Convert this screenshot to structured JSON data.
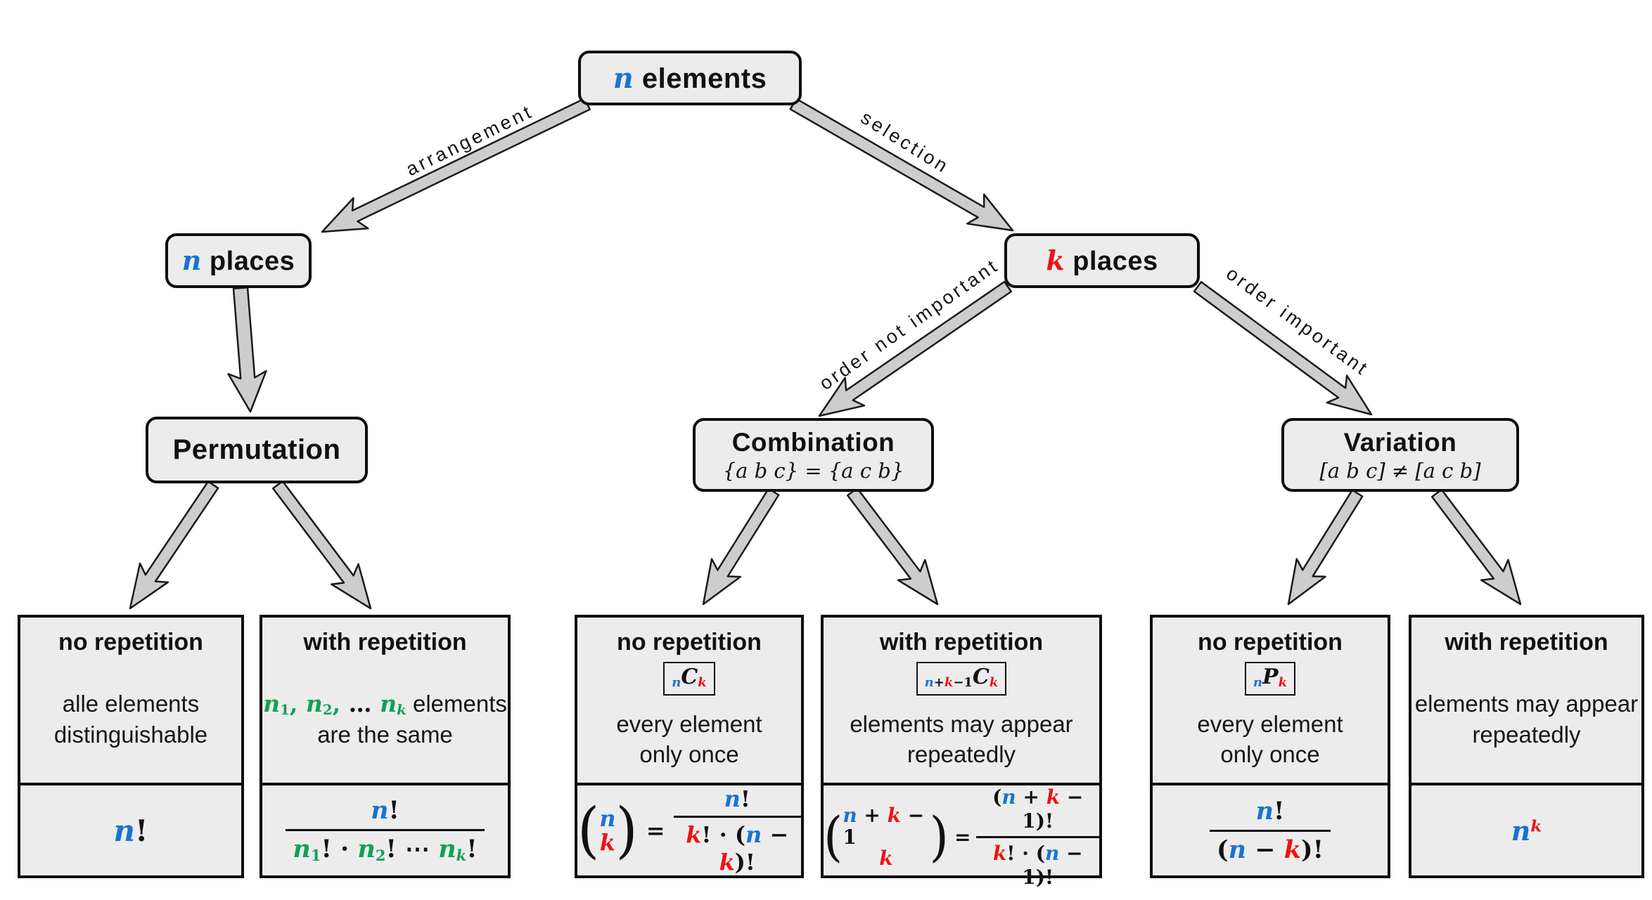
{
  "colors": {
    "black": "#111111",
    "blue": "#1a73d1",
    "red": "#ee1212",
    "green": "#0fa158"
  },
  "glyphs": {
    "lparen": "(",
    "rparen": ")",
    "eq": "="
  },
  "nodes": {
    "n_elements": {
      "tokens": [
        {
          "t": "n",
          "c": "blue"
        },
        {
          "t": " elements",
          "f": "sans",
          "it": false
        }
      ]
    },
    "n_places": {
      "tokens": [
        {
          "t": "n",
          "c": "blue"
        },
        {
          "t": " places",
          "f": "sans",
          "it": false
        }
      ]
    },
    "k_places": {
      "tokens": [
        {
          "t": "k",
          "c": "red"
        },
        {
          "t": " places",
          "f": "sans",
          "it": false
        }
      ]
    },
    "permutation": {
      "label": "Permutation"
    },
    "combination": {
      "label": "Combination",
      "subtitle_tokens": [
        {
          "t": "{a b c} = {a c b}",
          "b": false
        }
      ]
    },
    "variation": {
      "label": "Variation",
      "subtitle_tokens": [
        {
          "t": "[a b c] ≠ [a c b]",
          "b": false
        }
      ]
    }
  },
  "edges": {
    "arrangement": "arrangement",
    "selection": "selection",
    "order_not_important": "order not important",
    "order_important": "order important"
  },
  "cards": [
    {
      "title": "no repetition",
      "desc1": "alle elements",
      "desc2": "distinguishable",
      "formula_tokens": [
        {
          "t": "n",
          "c": "blue"
        },
        {
          "t": "!",
          "it": false
        }
      ]
    },
    {
      "title": "with repetition",
      "desc1_tokens": [
        {
          "t": "n",
          "c": "green"
        },
        {
          "t": "1",
          "c": "green",
          "v": "sub",
          "it": false
        },
        {
          "t": ", ",
          "c": "green",
          "it": false
        },
        {
          "t": "n",
          "c": "green"
        },
        {
          "t": "2",
          "c": "green",
          "v": "sub",
          "it": false
        },
        {
          "t": ", ",
          "c": "green",
          "it": false
        },
        {
          "t": "… ",
          "it": false
        },
        {
          "t": "n",
          "c": "green"
        },
        {
          "t": "k",
          "c": "green",
          "v": "sub"
        },
        {
          "t": " elements",
          "f": "sans",
          "it": false,
          "b": false
        }
      ],
      "desc2": "are the same",
      "num": [
        {
          "t": "n",
          "c": "blue"
        },
        {
          "t": "!",
          "it": false
        }
      ],
      "den": [
        {
          "t": "n",
          "c": "green"
        },
        {
          "t": "1",
          "c": "green",
          "v": "sub",
          "it": false
        },
        {
          "t": "!",
          "it": false
        },
        {
          "t": " · ",
          "it": false
        },
        {
          "t": "n",
          "c": "green"
        },
        {
          "t": "2",
          "c": "green",
          "v": "sub",
          "it": false
        },
        {
          "t": "!",
          "it": false
        },
        {
          "t": " ⋯ ",
          "it": false
        },
        {
          "t": "n",
          "c": "green"
        },
        {
          "t": "k",
          "c": "green",
          "v": "sub"
        },
        {
          "t": "!",
          "it": false
        }
      ]
    },
    {
      "title": "no repetition",
      "symbol": [
        {
          "t": "n",
          "c": "blue",
          "v": "sub"
        },
        {
          "t": "C"
        },
        {
          "t": "k",
          "c": "red",
          "v": "sub"
        }
      ],
      "desc1": "every element",
      "desc2": "only once",
      "binom_top": [
        {
          "t": "n",
          "c": "blue"
        }
      ],
      "binom_bottom": [
        {
          "t": "k",
          "c": "red"
        }
      ],
      "num": [
        {
          "t": "n",
          "c": "blue"
        },
        {
          "t": "!",
          "it": false
        }
      ],
      "den": [
        {
          "t": "k",
          "c": "red"
        },
        {
          "t": "! · (",
          "it": false
        },
        {
          "t": "n",
          "c": "blue"
        },
        {
          "t": " − ",
          "it": false
        },
        {
          "t": "k",
          "c": "red"
        },
        {
          "t": ")!",
          "it": false
        }
      ]
    },
    {
      "title": "with repetition",
      "symbol": [
        {
          "t": "n",
          "c": "blue",
          "v": "sub"
        },
        {
          "t": "+",
          "it": false,
          "v": "sub"
        },
        {
          "t": "k",
          "c": "red",
          "v": "sub"
        },
        {
          "t": "−1",
          "it": false,
          "v": "sub"
        },
        {
          "t": "C"
        },
        {
          "t": "k",
          "c": "red",
          "v": "sub"
        }
      ],
      "desc1": "elements may appear",
      "desc2": "repeatedly",
      "binom_top": [
        {
          "t": "n",
          "c": "blue"
        },
        {
          "t": " + ",
          "it": false
        },
        {
          "t": "k",
          "c": "red"
        },
        {
          "t": " − ",
          "it": false
        },
        {
          "t": "1",
          "it": false
        }
      ],
      "binom_bottom": [
        {
          "t": "k",
          "c": "red"
        }
      ],
      "num": [
        {
          "t": "(",
          "it": false
        },
        {
          "t": "n",
          "c": "blue"
        },
        {
          "t": " + ",
          "it": false
        },
        {
          "t": "k",
          "c": "red"
        },
        {
          "t": " − ",
          "it": false
        },
        {
          "t": "1",
          "it": false
        },
        {
          "t": ")!",
          "it": false
        }
      ],
      "den": [
        {
          "t": "k",
          "c": "red"
        },
        {
          "t": "! · (",
          "it": false
        },
        {
          "t": "n",
          "c": "blue"
        },
        {
          "t": " − ",
          "it": false
        },
        {
          "t": "1",
          "it": false
        },
        {
          "t": ")!",
          "it": false
        }
      ]
    },
    {
      "title": "no repetition",
      "symbol": [
        {
          "t": "n",
          "c": "blue",
          "v": "sub"
        },
        {
          "t": "P"
        },
        {
          "t": "k",
          "c": "red",
          "v": "sub"
        }
      ],
      "desc1": "every element",
      "desc2": "only once",
      "num": [
        {
          "t": "n",
          "c": "blue"
        },
        {
          "t": "!",
          "it": false
        }
      ],
      "den": [
        {
          "t": "(",
          "it": false
        },
        {
          "t": "n",
          "c": "blue"
        },
        {
          "t": " − ",
          "it": false
        },
        {
          "t": "k",
          "c": "red"
        },
        {
          "t": ")!",
          "it": false
        }
      ]
    },
    {
      "title": "with repetition",
      "desc1": "elements may appear",
      "desc2": "repeatedly",
      "formula_tokens": [
        {
          "t": "n",
          "c": "blue"
        },
        {
          "t": "k",
          "c": "red",
          "v": "sup"
        }
      ]
    }
  ]
}
